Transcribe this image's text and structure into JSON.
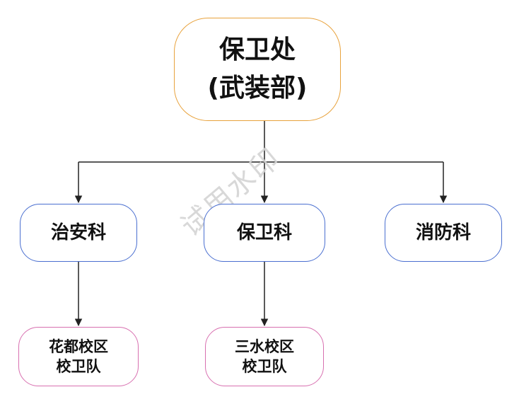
{
  "colors": {
    "root_border": "#e8a23c",
    "mid_border": "#4a6fd0",
    "leaf_border": "#d870b0",
    "connector": "#222222"
  },
  "nodes": {
    "root": {
      "line1": "保卫处",
      "line2": "(武装部)"
    },
    "mid": [
      {
        "label": "治安科"
      },
      {
        "label": "保卫科"
      },
      {
        "label": "消防科"
      }
    ],
    "leaf": [
      {
        "line1": "花都校区",
        "line2": "校卫队"
      },
      {
        "line1": "三水校区",
        "line2": "校卫队"
      }
    ]
  },
  "watermark": "试用水印"
}
